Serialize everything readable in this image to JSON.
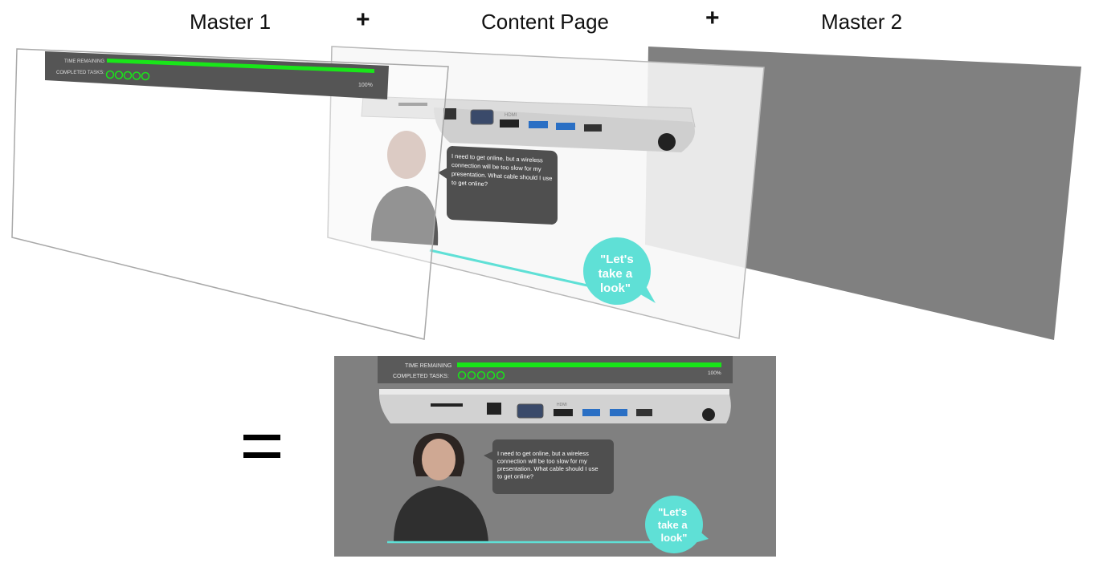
{
  "headings": {
    "master1": "Master 1",
    "content_page": "Content Page",
    "master2": "Master 2",
    "plus": "+"
  },
  "master_header": {
    "time_remaining_label": "TIME REMAINING",
    "completed_tasks_label": "COMPLETED TASKS:",
    "progress_percent_label": "100%",
    "progress_fraction": 1.0,
    "task_circles": 5
  },
  "content": {
    "speech_bubble_lines": [
      "I need to get online, but a wireless",
      "connection will be too slow for my",
      "presentation. What cable should I use",
      "to get online?"
    ],
    "cta_lines": [
      "\"Let's",
      "take a",
      "look\""
    ],
    "port_label": "HDMI"
  },
  "colors": {
    "progress": "#19e619",
    "master_bg": "#808080",
    "header_bg": "#5a5a5a",
    "speech_bg": "#4f4f4f",
    "cta": "#5fe0d6",
    "baseline": "#5fe0d6"
  }
}
